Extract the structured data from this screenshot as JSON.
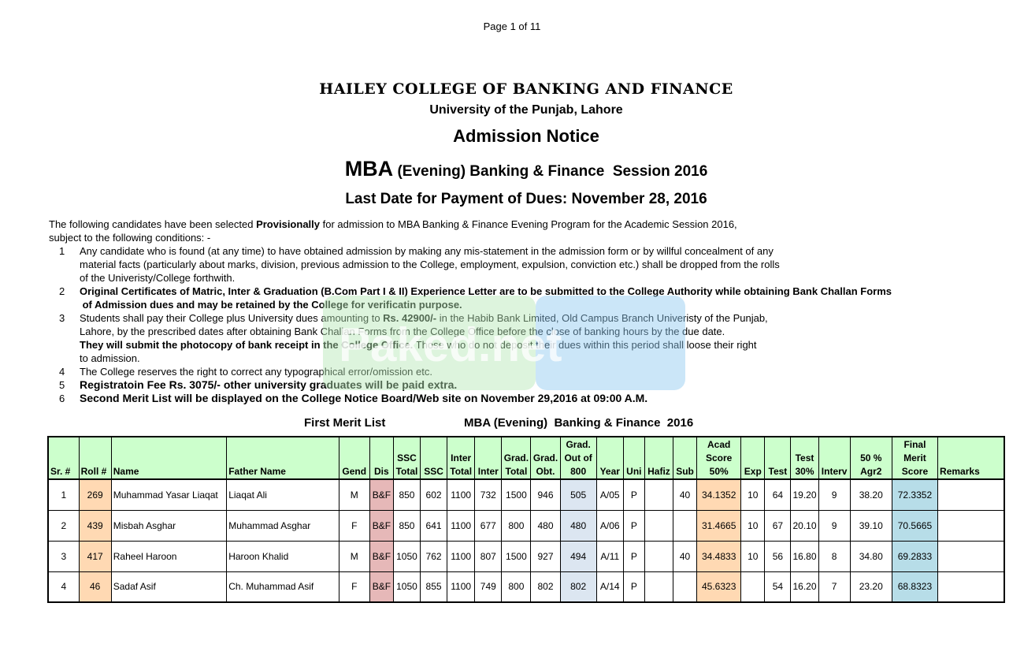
{
  "page_label": "Page 1 of 11",
  "college": "HAILEY COLLEGE OF BANKING AND FINANCE",
  "university": "University of the Punjab, Lahore",
  "notice_title": "Admission Notice",
  "program": {
    "big": "MBA",
    "rest": " (Evening) Banking & Finance  Session 2016"
  },
  "last_date": "Last Date for Payment of Dues: November 28, 2016",
  "intro": {
    "line1_pre": "The following candidates have been selected ",
    "line1_bold": "Provisionally",
    "line1_post": " for admission to MBA Banking & Finance Evening Program for the Academic Session 2016,",
    "line2": "subject to the following conditions: -"
  },
  "conditions": {
    "c1": {
      "num": "1",
      "l1": "Any candidate who is found (at any time) to have obtained admission by making any mis-statement in the admission form or by willful concealment of any",
      "l2": "material facts (particularly about marks, division, previous admission to the College, employment, expulsion, conviction etc.) shall be dropped from the rolls",
      "l3": "of the Univeristy/College forthwith."
    },
    "c2": {
      "num": "2",
      "l1": "Original Certificates of Matric, Inter & Graduation (B.Com Part I & II) Experience Letter are to be submitted to the College Authority while obtaining Bank Challan Forms",
      "l2": " of Admission dues and may be retained by the College for verificatin purpose."
    },
    "c3": {
      "num": "3",
      "l1_pre": "Students shall pay their College plus University dues amounting to ",
      "l1_bold": "Rs. 42900/-",
      "l1_post": " in the Habib Bank Limited, Old Campus Branch Univeristy of the Punjab,",
      "l2": "Lahore, by the prescribed dates after obtaining Bank Challan Forms from the College Office before the close of banking hours by the due date.",
      "l3_bold": "They will submit the photocopy of bank receipt in the College Office.",
      "l3_post": " Those who do not deposit their dues within this period shall loose their right",
      "l4": "to admission."
    },
    "c4": {
      "num": "4",
      "l1": "The College reserves the right to correct any typographical error/omission etc."
    },
    "c5": {
      "num": "5",
      "l1": "Registratoin Fee Rs. 3075/- other university graduates will be paid extra."
    },
    "c6": {
      "num": "6",
      "l1": "Second Merit List will be displayed on the College Notice Board/Web site on November 29,2016 at 09:00 A.M."
    }
  },
  "merit_title_left": "First Merit List",
  "merit_title_right": "MBA (Evening)  Banking & Finance  2016",
  "table": {
    "headers": {
      "sr": "Sr. #",
      "roll": "Roll #",
      "name": "Name",
      "father": "Father Name",
      "gend": "Gend",
      "dis": "Dis",
      "ssc_total_1": "SSC",
      "ssc_total_2": "Total",
      "ssc": "SSC",
      "inter_total_1": "Inter",
      "inter_total_2": "Total",
      "inter": "Inter",
      "grad_total_1": "Grad.",
      "grad_total_2": "Total",
      "grad_obt_1": "Grad.",
      "grad_obt_2": "Obt.",
      "grad800_1": "Grad.",
      "grad800_2": "Out of",
      "grad800_3": "800",
      "year": "Year",
      "uni": "Uni",
      "hafiz": "Hafiz",
      "sub": "Sub",
      "acad_1": "Acad",
      "acad_2": "Score",
      "acad_3": "50%",
      "exp": "Exp",
      "test": "Test",
      "test30_1": "Test",
      "test30_2": "30%",
      "interv": "Interv",
      "agr_1": "50 %",
      "agr_2": "Agr2",
      "final_1": "Final",
      "final_2": "Merit",
      "final_3": "Score",
      "remarks": "Remarks"
    },
    "rows": [
      {
        "sr": "1",
        "roll": "269",
        "name": "Muhammad Yasar Liaqat",
        "father": "Liaqat Ali",
        "gend": "M",
        "dis": "B&F",
        "ssc_total": "850",
        "ssc": "602",
        "inter_total": "1100",
        "inter": "732",
        "grad_total": "1500",
        "grad_obt": "946",
        "grad800": "505",
        "year": "A/05",
        "uni": "P",
        "hafiz": "",
        "sub": "40",
        "acad": "34.1352",
        "exp": "10",
        "test": "64",
        "test30": "19.20",
        "interv": "9",
        "agr": "38.20",
        "final": "72.3352",
        "remarks": ""
      },
      {
        "sr": "2",
        "roll": "439",
        "name": "Misbah Asghar",
        "father": "Muhammad Asghar",
        "gend": "F",
        "dis": "B&F",
        "ssc_total": "850",
        "ssc": "641",
        "inter_total": "1100",
        "inter": "677",
        "grad_total": "800",
        "grad_obt": "480",
        "grad800": "480",
        "year": "A/06",
        "uni": "P",
        "hafiz": "",
        "sub": "",
        "acad": "31.4665",
        "exp": "10",
        "test": "67",
        "test30": "20.10",
        "interv": "9",
        "agr": "39.10",
        "final": "70.5665",
        "remarks": ""
      },
      {
        "sr": "3",
        "roll": "417",
        "name": "Raheel Haroon",
        "father": "Haroon Khalid",
        "gend": "M",
        "dis": "B&F",
        "ssc_total": "1050",
        "ssc": "762",
        "inter_total": "1100",
        "inter": "807",
        "grad_total": "1500",
        "grad_obt": "927",
        "grad800": "494",
        "year": "A/11",
        "uni": "P",
        "hafiz": "",
        "sub": "40",
        "acad": "34.4833",
        "exp": "10",
        "test": "56",
        "test30": "16.80",
        "interv": "8",
        "agr": "34.80",
        "final": "69.2833",
        "remarks": ""
      },
      {
        "sr": "4",
        "roll": "46",
        "name": "Sadaf Asif",
        "father": "Ch. Muhammad Asif",
        "gend": "F",
        "dis": "B&F",
        "ssc_total": "1050",
        "ssc": "855",
        "inter_total": "1100",
        "inter": "749",
        "grad_total": "800",
        "grad_obt": "802",
        "grad800": "802",
        "year": "A/14",
        "uni": "P",
        "hafiz": "",
        "sub": "",
        "acad": "45.6323",
        "exp": "",
        "test": "54",
        "test30": "16.20",
        "interv": "7",
        "agr": "23.20",
        "final": "68.8323",
        "remarks": ""
      }
    ]
  },
  "watermark": "Paked.net"
}
